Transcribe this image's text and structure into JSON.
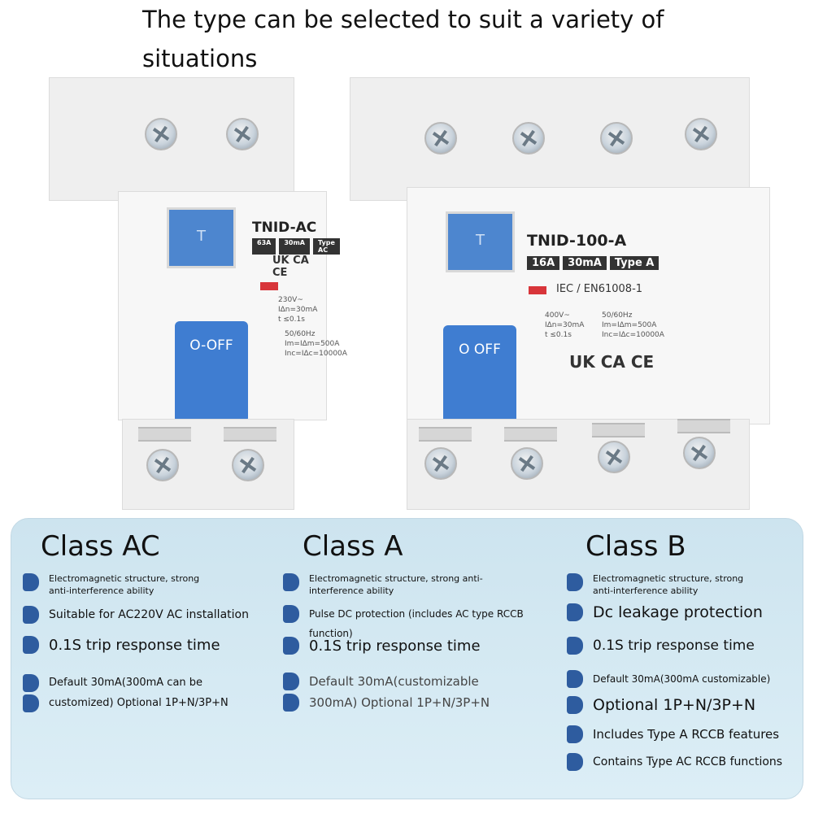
{
  "headline": "The type can be selected to suit a variety of situations",
  "left_device": {
    "model": "TNID-AC",
    "specs": [
      "63A",
      "30mA",
      "Type AC"
    ],
    "test_label": "T",
    "lever_label": "O-OFF",
    "ratings": [
      "230V~",
      "IΔn=30mA",
      "t ≤0.1s"
    ],
    "ratings2": [
      "50/60Hz",
      "Im=IΔm=500A",
      "Inc=IΔc=10000A"
    ],
    "marks": "UK CA  CE"
  },
  "right_device": {
    "model": "TNID-100-A",
    "specs": [
      "16A",
      "30mA",
      "Type A"
    ],
    "test_label": "T",
    "lever_label": "O OFF",
    "standard": "IEC / EN61008-1",
    "ratings": [
      "400V~",
      "IΔn=30mA",
      "t ≤0.1s"
    ],
    "ratings2": [
      "50/60Hz",
      "Im=IΔm=500A",
      "Inc=IΔc=10000A"
    ],
    "marks": "UK CA   CE"
  },
  "panel": {
    "columns": [
      {
        "title": "Class AC",
        "items": [
          "Electromagnetic structure, strong anti-interference ability",
          "Suitable for AC220V AC installation",
          "0.1S trip response time",
          "Default 30mA(300mA can be",
          "customized) Optional 1P+N/3P+N"
        ]
      },
      {
        "title": "Class A",
        "items": [
          "Electromagnetic structure, strong anti-interference ability",
          "Pulse DC protection (includes AC type RCCB function)",
          "0.1S trip response time",
          "Default 30mA(customizable",
          "300mA) Optional 1P+N/3P+N"
        ]
      },
      {
        "title": "Class B",
        "items": [
          "Electromagnetic structure, strong anti-interference ability",
          "Dc leakage protection",
          "0.1S trip response time",
          "Default 30mA(300mA customizable)",
          "Optional 1P+N/3P+N",
          "Includes Type A RCCB features",
          "Contains Type AC RCCB functions"
        ]
      }
    ]
  }
}
